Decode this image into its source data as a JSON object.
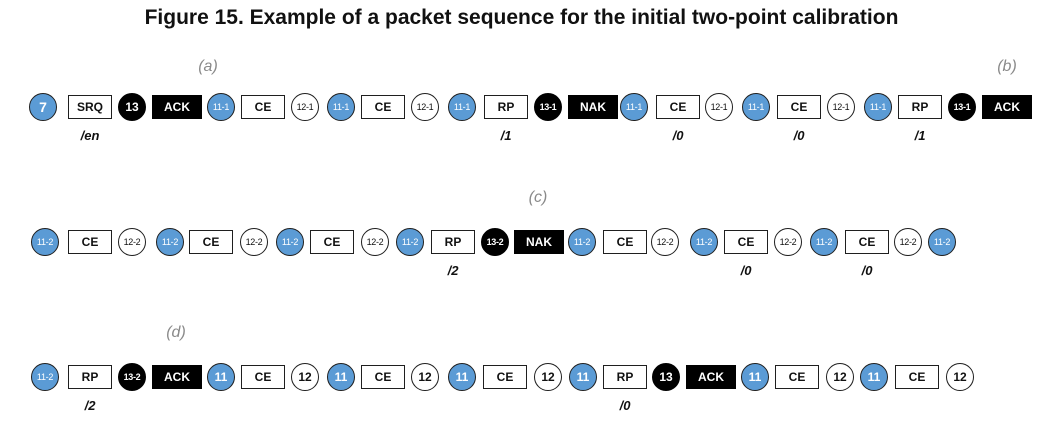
{
  "title": "Figure 15. Example of a packet sequence for the initial two-point calibration",
  "labels": {
    "a": "(a)",
    "b": "(b)",
    "c": "(c)",
    "d": "(d)"
  },
  "colors": {
    "blue": "#5b9bd5",
    "black": "#000000",
    "white": "#ffffff"
  },
  "rows": [
    {
      "tokens": [
        {
          "text": "7",
          "kind": "blue-circle"
        },
        {
          "text": "SRQ",
          "kind": "outline-box",
          "sub": "/en"
        },
        {
          "text": "13",
          "kind": "black-circle"
        },
        {
          "text": "ACK",
          "kind": "filled-box"
        },
        {
          "text": "11-1",
          "kind": "blue-circle"
        },
        {
          "text": "CE",
          "kind": "outline-box"
        },
        {
          "text": "12-1",
          "kind": "white-circle"
        },
        {
          "text": "11-1",
          "kind": "blue-circle"
        },
        {
          "text": "CE",
          "kind": "outline-box"
        },
        {
          "text": "12-1",
          "kind": "white-circle"
        },
        {
          "text": "11-1",
          "kind": "blue-circle"
        },
        {
          "text": "RP",
          "kind": "outline-box",
          "sub": "/1"
        },
        {
          "text": "13-1",
          "kind": "black-circle"
        },
        {
          "text": "NAK",
          "kind": "filled-box"
        },
        {
          "text": "11-1",
          "kind": "blue-circle"
        },
        {
          "text": "CE",
          "kind": "outline-box",
          "sub": "/0"
        },
        {
          "text": "12-1",
          "kind": "white-circle"
        },
        {
          "text": "11-1",
          "kind": "blue-circle"
        },
        {
          "text": "CE",
          "kind": "outline-box",
          "sub": "/0"
        },
        {
          "text": "12-1",
          "kind": "white-circle"
        },
        {
          "text": "11-1",
          "kind": "blue-circle"
        },
        {
          "text": "RP",
          "kind": "outline-box",
          "sub": "/1"
        },
        {
          "text": "13-1",
          "kind": "black-circle"
        },
        {
          "text": "ACK",
          "kind": "filled-box"
        }
      ]
    },
    {
      "tokens": [
        {
          "text": "11-2",
          "kind": "blue-circle"
        },
        {
          "text": "CE",
          "kind": "outline-box"
        },
        {
          "text": "12-2",
          "kind": "white-circle"
        },
        {
          "text": "11-2",
          "kind": "blue-circle"
        },
        {
          "text": "CE",
          "kind": "outline-box"
        },
        {
          "text": "12-2",
          "kind": "white-circle"
        },
        {
          "text": "11-2",
          "kind": "blue-circle"
        },
        {
          "text": "CE",
          "kind": "outline-box"
        },
        {
          "text": "12-2",
          "kind": "white-circle"
        },
        {
          "text": "11-2",
          "kind": "blue-circle"
        },
        {
          "text": "RP",
          "kind": "outline-box",
          "sub": "/2"
        },
        {
          "text": "13-2",
          "kind": "black-circle"
        },
        {
          "text": "NAK",
          "kind": "filled-box"
        },
        {
          "text": "11-2",
          "kind": "blue-circle"
        },
        {
          "text": "CE",
          "kind": "outline-box"
        },
        {
          "text": "12-2",
          "kind": "white-circle"
        },
        {
          "text": "11-2",
          "kind": "blue-circle"
        },
        {
          "text": "CE",
          "kind": "outline-box",
          "sub": "/0"
        },
        {
          "text": "12-2",
          "kind": "white-circle"
        },
        {
          "text": "11-2",
          "kind": "blue-circle"
        },
        {
          "text": "CE",
          "kind": "outline-box",
          "sub": "/0"
        },
        {
          "text": "12-2",
          "kind": "white-circle"
        },
        {
          "text": "11-2",
          "kind": "blue-circle"
        }
      ]
    },
    {
      "tokens": [
        {
          "text": "11-2",
          "kind": "blue-circle"
        },
        {
          "text": "RP",
          "kind": "outline-box",
          "sub": "/2"
        },
        {
          "text": "13-2",
          "kind": "black-circle"
        },
        {
          "text": "ACK",
          "kind": "filled-box"
        },
        {
          "text": "11",
          "kind": "blue-circle"
        },
        {
          "text": "CE",
          "kind": "outline-box"
        },
        {
          "text": "12",
          "kind": "white-circle"
        },
        {
          "text": "11",
          "kind": "blue-circle"
        },
        {
          "text": "CE",
          "kind": "outline-box"
        },
        {
          "text": "12",
          "kind": "white-circle"
        },
        {
          "text": "11",
          "kind": "blue-circle"
        },
        {
          "text": "CE",
          "kind": "outline-box"
        },
        {
          "text": "12",
          "kind": "white-circle"
        },
        {
          "text": "11",
          "kind": "blue-circle"
        },
        {
          "text": "RP",
          "kind": "outline-box",
          "sub": "/0"
        },
        {
          "text": "13",
          "kind": "black-circle"
        },
        {
          "text": "ACK",
          "kind": "filled-box"
        },
        {
          "text": "11",
          "kind": "blue-circle"
        },
        {
          "text": "CE",
          "kind": "outline-box"
        },
        {
          "text": "12",
          "kind": "white-circle"
        },
        {
          "text": "11",
          "kind": "blue-circle"
        },
        {
          "text": "CE",
          "kind": "outline-box"
        },
        {
          "text": "12",
          "kind": "white-circle"
        }
      ]
    }
  ]
}
